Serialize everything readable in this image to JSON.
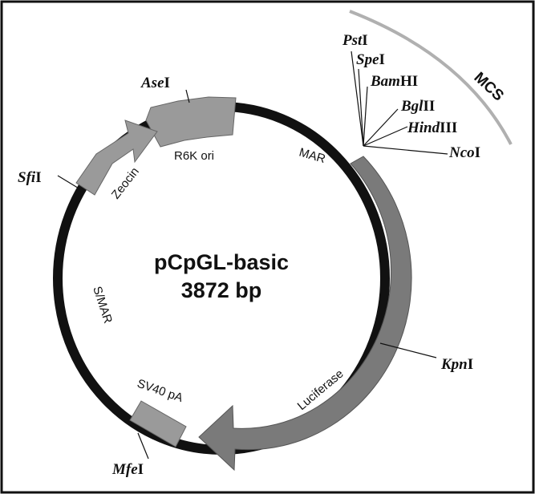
{
  "plasmid": {
    "name": "pCpGL-basic",
    "size": "3872 bp"
  },
  "features": [
    {
      "id": "r6k",
      "label": "R6K ori",
      "kind": "box"
    },
    {
      "id": "zeocin",
      "label": "Zeocin",
      "kind": "arrow"
    },
    {
      "id": "mar",
      "label": "MAR",
      "kind": "backbone"
    },
    {
      "id": "luciferase",
      "label": "Luciferase",
      "kind": "arrow"
    },
    {
      "id": "sv40",
      "label": "SV40 pA",
      "kind": "box"
    },
    {
      "id": "smar",
      "label": "S/MAR",
      "kind": "backbone"
    }
  ],
  "mcs": {
    "label": "MCS",
    "sites": [
      {
        "it": "Pst",
        "rest": "I"
      },
      {
        "it": "Spe",
        "rest": "I"
      },
      {
        "it": "Bam",
        "rest": "HI"
      },
      {
        "it": "Bgl",
        "rest": "II"
      },
      {
        "it": "Hind",
        "rest": "III"
      },
      {
        "it": "Nco",
        "rest": "I"
      }
    ]
  },
  "sites": {
    "ase": {
      "it": "Ase",
      "rest": "I"
    },
    "sfi": {
      "it": "Sfi",
      "rest": "I"
    },
    "kpn": {
      "it": "Kpn",
      "rest": "I"
    },
    "mfe": {
      "it": "Mfe",
      "rest": "I"
    }
  },
  "colors": {
    "backbone": "#111111",
    "feature_light": "#9a9a9a",
    "feature_dark": "#7a7a7a",
    "mcs_arc": "#b0b0b0"
  }
}
